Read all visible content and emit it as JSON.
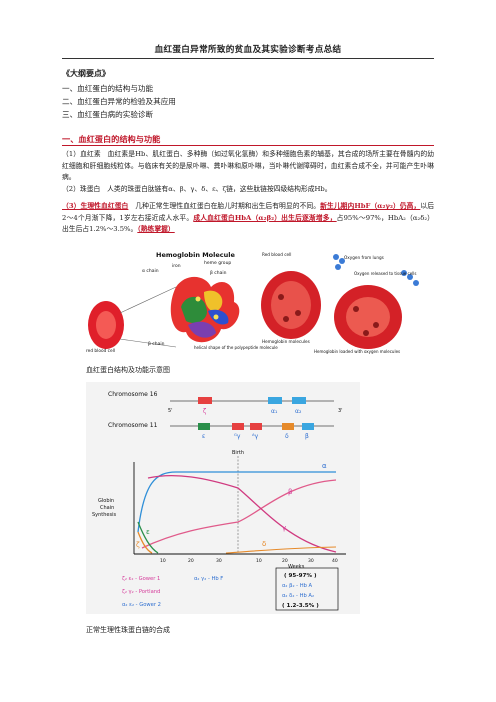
{
  "document": {
    "title": "血红蛋白异常所致的贫血及其实验诊断考点总结",
    "outline_heading": "《大纲要点》",
    "outline_items": [
      "一、血红蛋白的结构与功能",
      "二、血红蛋白异常的检验及其应用",
      "三、血红蛋白病的实验诊断"
    ],
    "section1_heading": "一、血红蛋白的结构与功能",
    "para1": "（1）血红素　血红素是Hb、肌红蛋白、多种酶（如过氧化氢酶）和多种细胞色素的辅基，其合成的场所主要在骨髓内的幼红细胞和肝细胞线粒体。与临床有关的是尿卟啉、粪卟啉和原卟啉，当卟啉代谢障碍时，血红素合成不全，并可能产生卟啉病。",
    "para2": "（2）珠蛋白　人类的珠蛋白肽链有α、β、γ、δ、ε、ζ链，这些肽链按四级结构形成Hb。",
    "para3_a": "（3）生理性血红蛋白",
    "para3_b": "　几种正常生理性血红蛋白在胎儿时期和出生后有明显的不同。",
    "para3_c": "新生儿期内HbF（α₂γ₂）仍高，",
    "para3_d": "以后2～4个月渐下降，1岁左右接近成人水平。",
    "para3_e": "成人血红蛋白HbA（α₂β₂）出生后逐渐增多，",
    "para3_f": "占95%～97%，HbA₂（α₂δ₂）出生后占1.2%～3.5%。",
    "para3_g": "（熟练掌握）",
    "figure1_caption": "血红蛋白结构及功能示意图",
    "figure2_caption": "正常生理性珠蛋白链的合成"
  },
  "figure1": {
    "molecule_title": "Hemoglobin Molecule",
    "labels": {
      "alpha_chain": "α chain",
      "iron": "iron",
      "heme_group": "heme group",
      "beta_chain_top": "β chain",
      "red_blood_cell": "red blood cell",
      "beta_chain_bottom": "β chain",
      "helical": "helical shape of the polypeptide molecule",
      "red_blood_cell_right": "Red blood cell",
      "oxygen_from_lungs": "Oxygen from lungs",
      "oxygen_released": "Oxygen released to tissue cells",
      "hemoglobin_molecules": "Hemoglobin molecules",
      "hemoglobin_loaded": "Hemoglobin loaded with oxygen molecules"
    }
  },
  "figure2": {
    "chromosome16": "Chromosome 16",
    "chromosome11": "Chromosome 11",
    "end5": "5'",
    "end3": "3'",
    "genes16": [
      "ζ",
      "α₁",
      "α₂"
    ],
    "genes11": [
      "ε",
      "ᴳγ",
      "ᴬγ",
      "δ",
      "β"
    ],
    "birth": "Birth",
    "ylabel": "Globin Chain Synthesis",
    "xlabel": "Weeks",
    "xticks": [
      "10",
      "20",
      "30",
      "10",
      "20",
      "30",
      "40"
    ],
    "curve_labels": [
      "α",
      "β",
      "ε",
      "γ",
      "ζ",
      "δ"
    ],
    "legend": [
      {
        "text": "ζ₂ ε₂ - Gower 1",
        "color": "#d53a9a"
      },
      {
        "text": "α₂ γ₂ - Hb F",
        "color": "#2f6fd0"
      },
      {
        "text": "ζ₂ γ₂ - Portland",
        "color": "#d53a9a"
      },
      {
        "text": "α₂ β₂ - Hb A",
        "color": "#2f6fd0"
      },
      {
        "text": "α₂ ε₂ - Gower 2",
        "color": "#2f6fd0"
      },
      {
        "text": "α₂ δ₂ - Hb A₂",
        "color": "#2f6fd0"
      }
    ],
    "pct_top": "( 95-97% )",
    "pct_bottom": "( 1.2-3.5% )"
  }
}
